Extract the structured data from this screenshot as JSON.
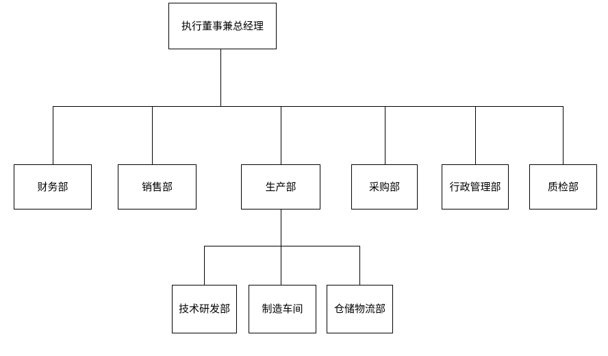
{
  "colors": {
    "background": "#ffffff",
    "line": "#000000",
    "node_border": "#000000",
    "node_fill": "#ffffff",
    "text": "#000000"
  },
  "org": {
    "root": {
      "label": "执行董事兼总经理"
    },
    "departments": [
      {
        "label": "财务部"
      },
      {
        "label": "销售部"
      },
      {
        "label": "生产部",
        "children": [
          {
            "label": "技术研发部"
          },
          {
            "label": "制造车间"
          },
          {
            "label": "仓储物流部"
          }
        ]
      },
      {
        "label": "采购部"
      },
      {
        "label": "行政管理部"
      },
      {
        "label": "质检部"
      }
    ]
  }
}
